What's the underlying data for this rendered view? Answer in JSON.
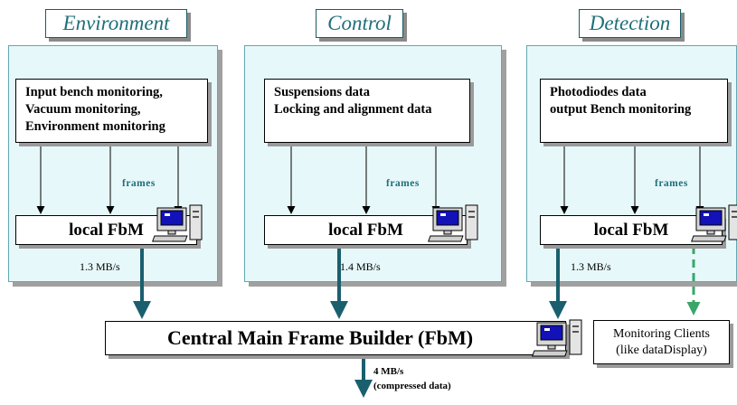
{
  "panels": [
    {
      "title": "Environment",
      "source_lines": [
        "Input bench monitoring,",
        "Vacuum monitoring,",
        "Environment monitoring"
      ],
      "frames_label": "frames",
      "fbm_label": "local FbM",
      "rate": "1.3 MB/s"
    },
    {
      "title": "Control",
      "source_lines": [
        "Suspensions data",
        "Locking and alignment data"
      ],
      "frames_label": "frames",
      "fbm_label": "local FbM",
      "rate": "1.4 MB/s"
    },
    {
      "title": "Detection",
      "source_lines": [
        "Photodiodes data",
        "output Bench monitoring"
      ],
      "frames_label": "frames",
      "fbm_label": "local FbM",
      "rate": "1.3 MB/s"
    }
  ],
  "central": {
    "label": "Central Main Frame Builder (FbM)",
    "output_rate": "4 MB/s",
    "output_note": "(compressed data)"
  },
  "monitoring_clients": {
    "line1": "Monitoring Clients",
    "line2": "(like dataDisplay)"
  },
  "colors": {
    "panel_fill": "#e7f8fa",
    "panel_border": "#62a8b1",
    "title_text": "#1f6f79",
    "flow_arrow": "#1a5f6e",
    "client_arrow": "#3aa66a"
  },
  "icons": [
    "computer-icon"
  ]
}
